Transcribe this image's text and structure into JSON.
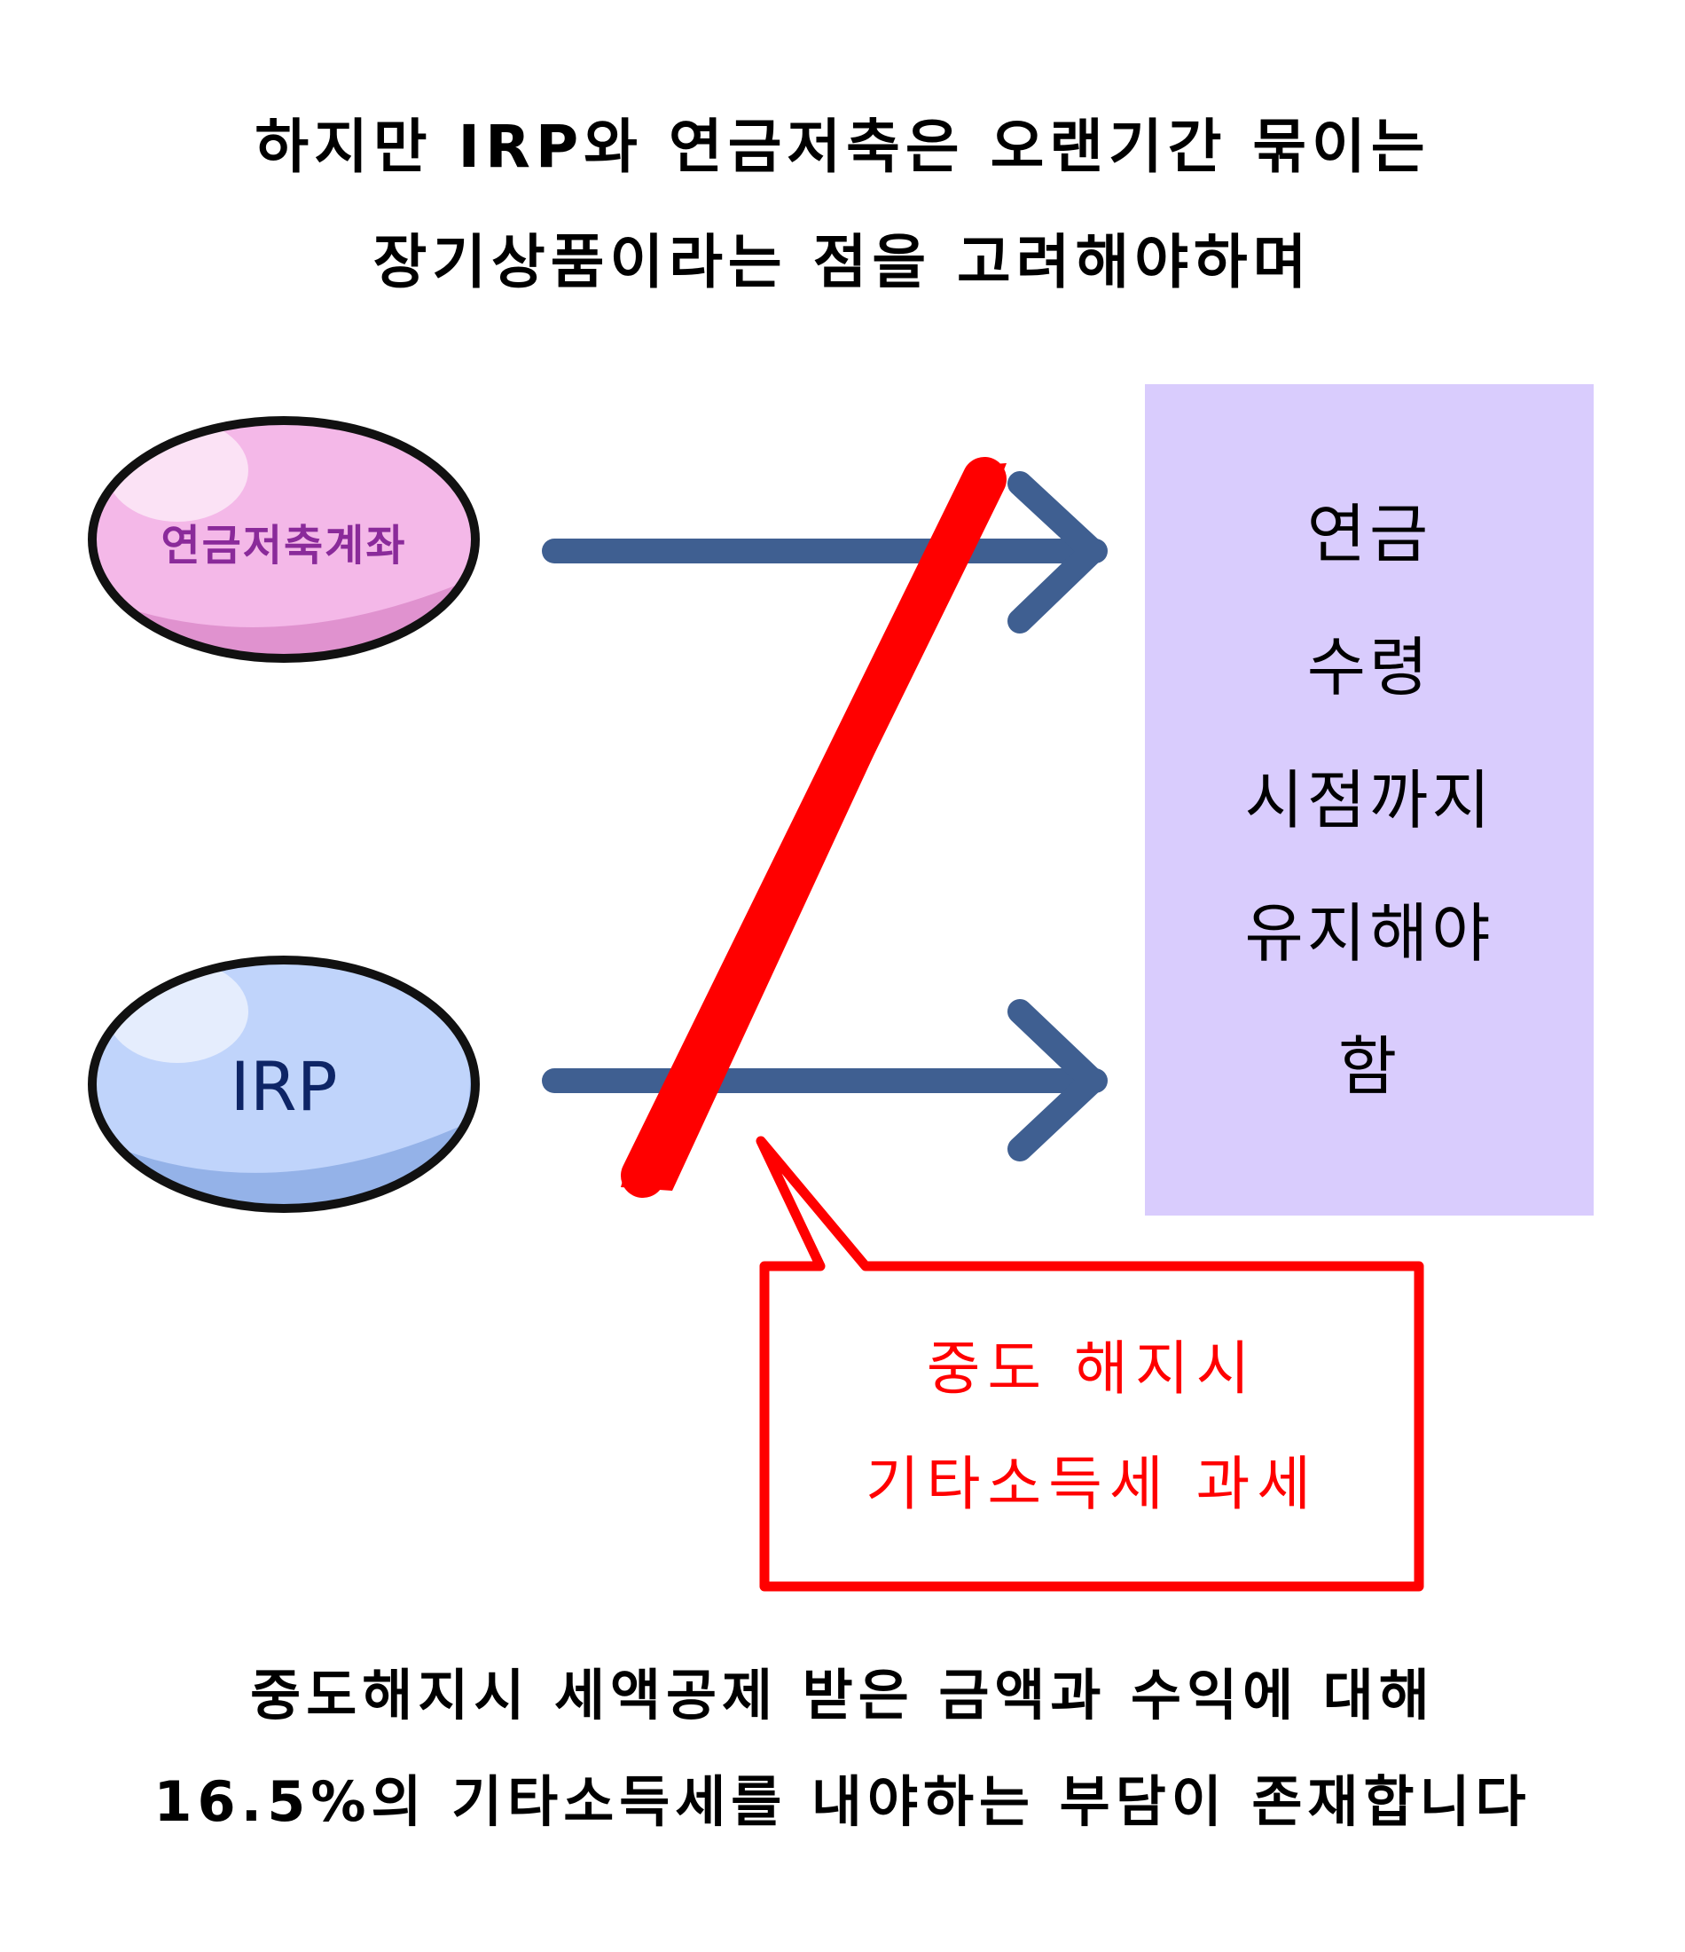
{
  "header": {
    "line1": "하지만 IRP와 연금저축은 오랜기간 묶이는",
    "line2": "장기상품이라는 점을 고려해야하며"
  },
  "diagram": {
    "nodes": [
      {
        "id": "pension-savings",
        "label": "연금저축계좌",
        "fill": "#f4b8e8",
        "shade": "#e092cf",
        "text_color": "#8a2a9a"
      },
      {
        "id": "irp",
        "label": "IRP",
        "fill": "#c0d4fb",
        "shade": "#94b2e8",
        "text_color": "#0e2566"
      }
    ],
    "arrow_color": "#3f5f91",
    "slash_color": "#ff0000",
    "result_box": {
      "background": "#d9ccfd",
      "lines": [
        "연금",
        "수령",
        "시점까지",
        "유지해야",
        "함"
      ]
    },
    "callout": {
      "color": "#ff0000",
      "lines": [
        "중도 해지시",
        "기타소득세 과세"
      ]
    }
  },
  "footer": {
    "line1": "중도해지시 세액공제 받은 금액과 수익에 대해",
    "line2": "16.5%의 기타소득세를 내야하는 부담이 존재합니다"
  }
}
